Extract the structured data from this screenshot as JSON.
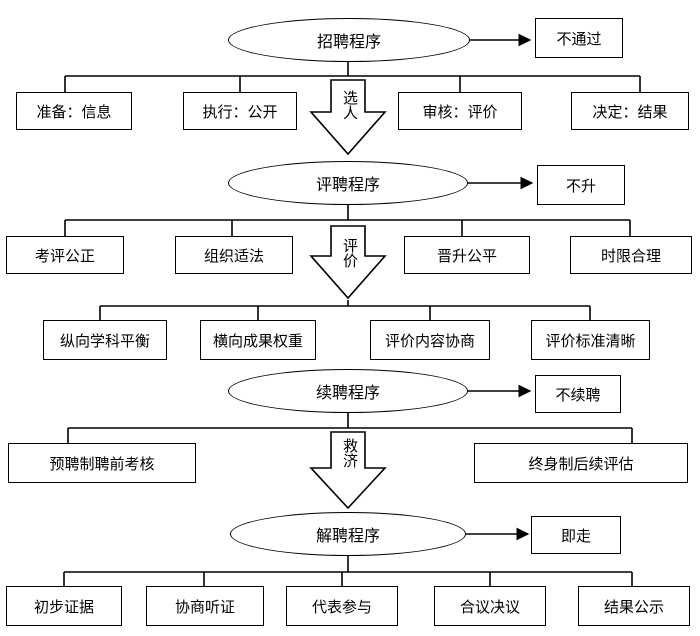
{
  "stages": [
    {
      "title": "招聘程序",
      "outcome": "不通过",
      "items": [
        "准备：信息",
        "执行：公开",
        "审核：评价",
        "决定：结果"
      ],
      "arrow": "选人"
    },
    {
      "title": "评聘程序",
      "outcome": "不升",
      "items": [
        "考评公正",
        "组织适法",
        "晋升公平",
        "时限合理"
      ],
      "arrow": "评价",
      "items2": [
        "纵向学科平衡",
        "横向成果权重",
        "评价内容协商",
        "评价标准清晰"
      ]
    },
    {
      "title": "续聘程序",
      "outcome": "不续聘",
      "items": [
        "预聘制聘前考核",
        "终身制后续评估"
      ],
      "arrow": "救济"
    },
    {
      "title": "解聘程序",
      "outcome": "即走",
      "items": [
        "初步证据",
        "协商听证",
        "代表参与",
        "合议决议",
        "结果公示"
      ]
    }
  ]
}
